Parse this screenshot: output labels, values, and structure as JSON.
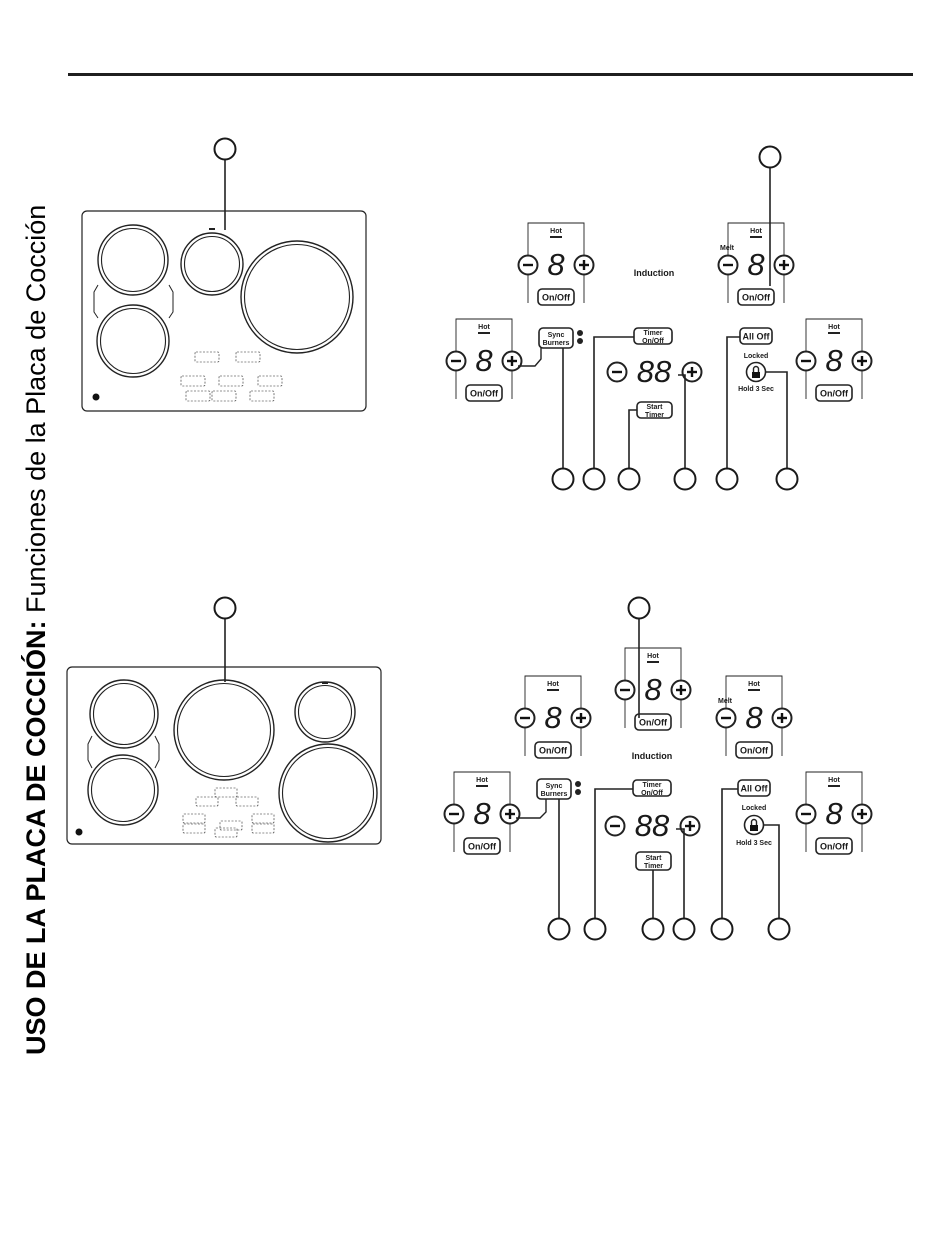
{
  "side_title": {
    "bold": "USO DE LA PLACA DE COCCIÓN:",
    "normal": " Funciones de la Placa de Cocción"
  },
  "controls": {
    "hot": "Hot",
    "melt": "Melt",
    "on_off": "On/Off",
    "induction": "Induction",
    "sync_line1": "Sync",
    "sync_line2": "Burners",
    "timer_line1": "Timer",
    "timer_line2": "On/Off",
    "start_line1": "Start",
    "start_line2": "Timer",
    "all_off": "All Off",
    "locked": "Locked",
    "hold": "Hold 3 Sec",
    "digit": "8",
    "digits2": "88"
  }
}
